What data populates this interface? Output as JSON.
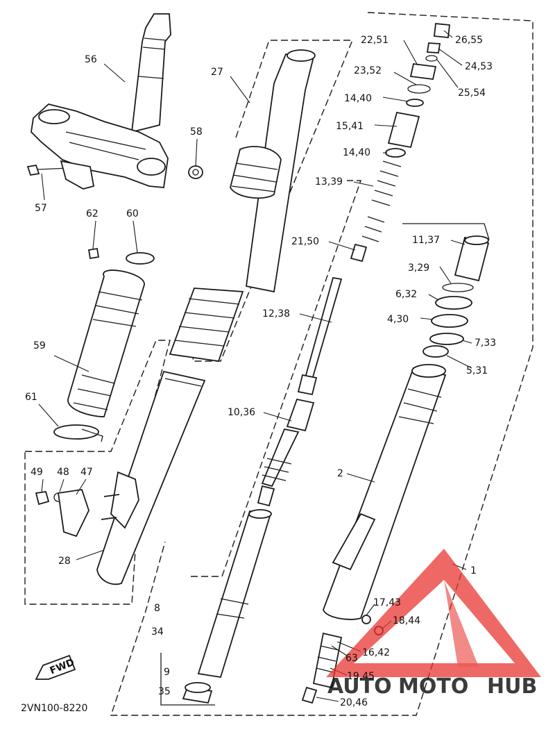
{
  "diagram": {
    "code": "2VN100-8220",
    "fwd_label": "FWD",
    "callouts": {
      "c56": "56",
      "c57": "57",
      "c58": "58",
      "c27": "27",
      "c62": "62",
      "c60": "60",
      "c59": "59",
      "c61": "61",
      "c49": "49",
      "c48": "48",
      "c47": "47",
      "c28": "28",
      "c8": "8",
      "c34": "34",
      "c9": "9",
      "c35": "35",
      "c2651": "22,51",
      "c2655": "26,55",
      "c2453": "24,53",
      "c2352": "23,52",
      "c2554": "25,54",
      "c1440a": "14,40",
      "c1541": "15,41",
      "c1440b": "14,40",
      "c1339": "13,39",
      "c2150": "21,50",
      "c1238": "12,38",
      "c1036": "10,36",
      "c1137": "11,37",
      "c329": "3,29",
      "c632": "6,32",
      "c430": "4,30",
      "c733": "7,33",
      "c531": "5,31",
      "c2": "2",
      "c1": "1",
      "c1743": "17,43",
      "c1844": "18,44",
      "c63": "63",
      "c1642": "16,42",
      "c1945": "19,45",
      "c2046": "20,46"
    }
  },
  "watermark": {
    "part1": "AUTO",
    "part2": "MOTO",
    "part3": "HUB",
    "color_red": "#e8342f",
    "color_orange": "#f4a540",
    "color_grey": "#5a5a5a"
  }
}
